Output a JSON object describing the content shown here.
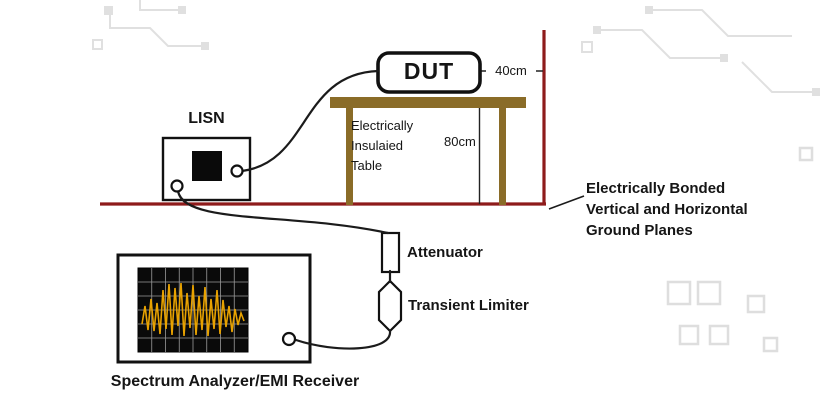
{
  "labels": {
    "dut": "DUT",
    "lisn": "LISN",
    "dim_top": "40cm",
    "dim_side": "80cm",
    "table": [
      "Electrically",
      "Insulaied",
      "Table"
    ],
    "attenuator": "Attenuator",
    "transient_limiter": "Transient Limiter",
    "analyzer": "Spectrum Analyzer/EMI Receiver",
    "ground": [
      "Electrically Bonded",
      "Vertical and Horizontal",
      "Ground Planes"
    ]
  },
  "colors": {
    "ground_plane": "#8e1b1b",
    "table": "#8a6c28",
    "waveform": "#e8a200",
    "line": "#1b1b1b",
    "decoration": "#e0e0e0"
  }
}
